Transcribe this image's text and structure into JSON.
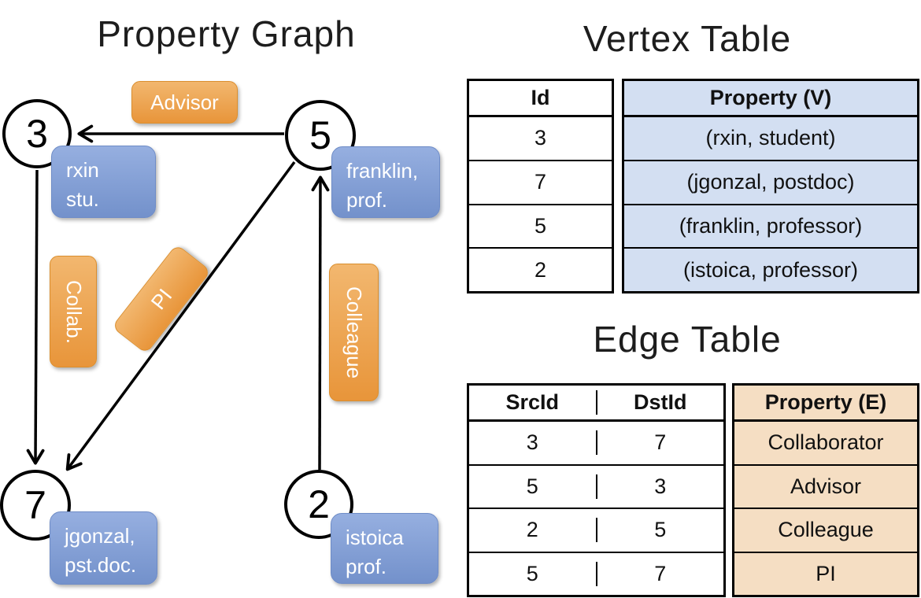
{
  "titles": {
    "graph": "Property Graph",
    "vertex_table": "Vertex Table",
    "edge_table": "Edge Table"
  },
  "graph": {
    "nodes": [
      {
        "id": "3",
        "property_lines": [
          "rxin",
          "stu."
        ]
      },
      {
        "id": "5",
        "property_lines": [
          "franklin,",
          "prof."
        ]
      },
      {
        "id": "7",
        "property_lines": [
          "jgonzal,",
          "pst.doc."
        ]
      },
      {
        "id": "2",
        "property_lines": [
          "istoica",
          "prof."
        ]
      }
    ],
    "edges": [
      {
        "src": "5",
        "dst": "3",
        "label": "Advisor"
      },
      {
        "src": "3",
        "dst": "7",
        "label": "Collab."
      },
      {
        "src": "5",
        "dst": "7",
        "label": "PI"
      },
      {
        "src": "2",
        "dst": "5",
        "label": "Colleague"
      }
    ]
  },
  "vertex_table": {
    "headers": [
      "Id",
      "Property (V)"
    ],
    "rows": [
      [
        "3",
        "(rxin, student)"
      ],
      [
        "7",
        "(jgonzal, postdoc)"
      ],
      [
        "5",
        "(franklin, professor)"
      ],
      [
        "2",
        "(istoica, professor)"
      ]
    ]
  },
  "edge_table": {
    "headers": [
      "SrcId",
      "DstId",
      "Property (E)"
    ],
    "rows": [
      [
        "3",
        "7",
        "Collaborator"
      ],
      [
        "5",
        "3",
        "Advisor"
      ],
      [
        "2",
        "5",
        "Colleague"
      ],
      [
        "5",
        "7",
        "PI"
      ]
    ]
  },
  "colors": {
    "orange_top": "#F2B76F",
    "orange_bot": "#E8953A",
    "orange_border": "#DB8E2D",
    "blue_top": "#96AFE0",
    "blue_bot": "#7391CB",
    "blue_border": "#6E8CC7",
    "vertex_fill": "#D3DFF2",
    "edge_fill": "#F5DEC3",
    "ink": "#111111"
  }
}
